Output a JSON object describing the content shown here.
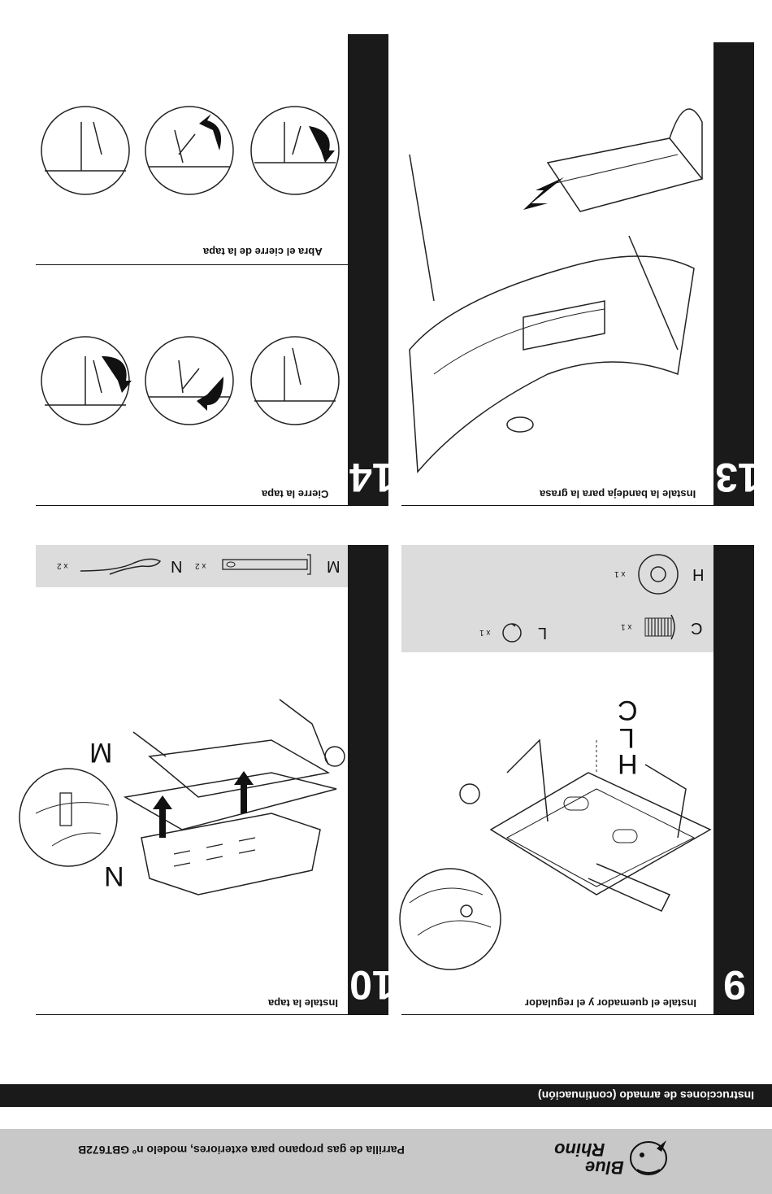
{
  "header": {
    "subtitle": "Parrilla de gas propano para exteriores, modelo nº GBT672B",
    "brand_line1": "Blue",
    "brand_line2": "Rhino"
  },
  "section_title": "Instrucciones de armado (continuación)",
  "steps": {
    "s9": {
      "number": "9",
      "title": "Instale el quemador y el regulador",
      "callouts": [
        "C",
        "L",
        "H"
      ],
      "parts": [
        {
          "label": "C",
          "qty": "x 1"
        },
        {
          "label": "L",
          "qty": "x 1"
        },
        {
          "label": "H",
          "qty": "x 1"
        }
      ]
    },
    "s10": {
      "number": "10",
      "title": "Instale la tapa",
      "callouts": [
        "M",
        "N"
      ],
      "parts": [
        {
          "label": "M",
          "qty": "x 2"
        },
        {
          "label": "N",
          "qty": "x 2"
        }
      ]
    },
    "s13": {
      "number": "13",
      "title": "Instale la bandeja para la grasa"
    },
    "s14": {
      "number": "14",
      "title": "Cierre la tapa",
      "subtitle": "Abra el cierre de la tapa"
    }
  },
  "colors": {
    "bar": "#1a1a1a",
    "parts_bg": "#dcdcdc",
    "footer_bg": "#c8c8c8"
  }
}
